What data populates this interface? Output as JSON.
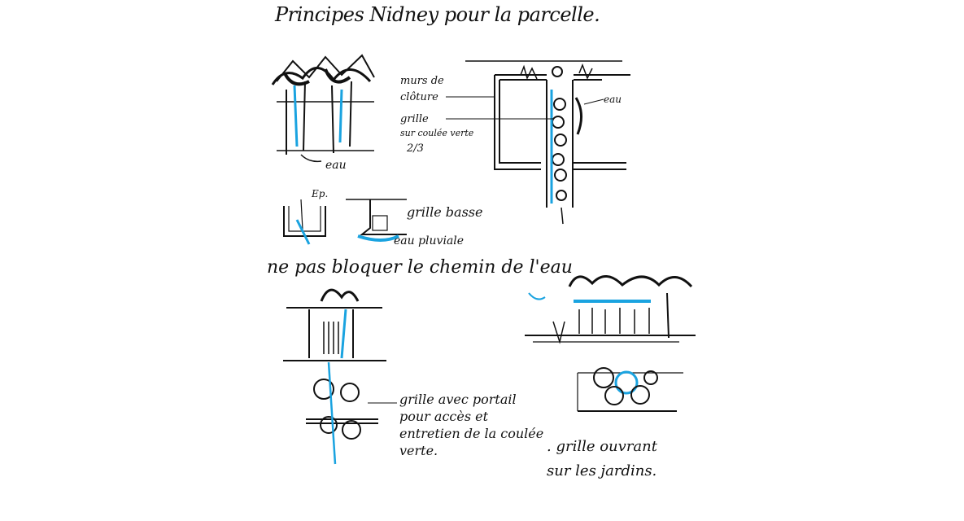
{
  "title": "Principes Nidney pour la parcelle.",
  "labels": {
    "murs": "murs de",
    "cloture": "clôture",
    "grille": "grille",
    "sur_coulee": "sur coulée verte",
    "fraction": "2/3",
    "eau_plan": "eau",
    "eau_section": "eau",
    "ep": "Ep.",
    "grille_basse": "grille basse",
    "eau_pluviale": "eau pluviale",
    "ne_pas_bloquer": "ne pas bloquer le chemin de l'eau",
    "portail_1": "grille avec portail",
    "portail_2": "pour accès et",
    "portail_3": "entretien de la coulée",
    "portail_4": "verte.",
    "ouvrant_1": ". grille ouvrant",
    "ouvrant_2": "sur les jardins."
  },
  "colors": {
    "ink": "#111111",
    "blue": "#1aa3e0"
  }
}
